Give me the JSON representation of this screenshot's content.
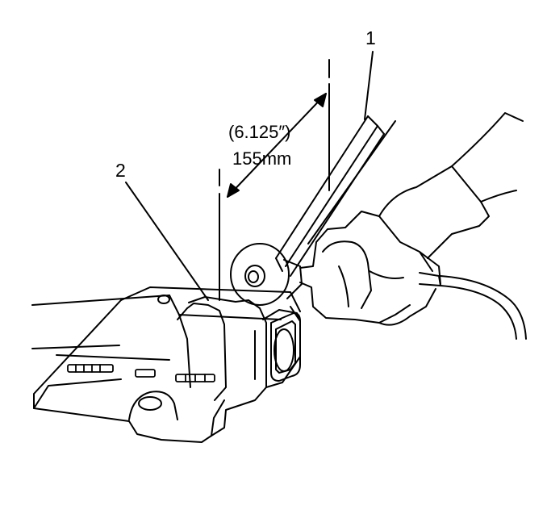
{
  "callouts": {
    "one": "1",
    "two": "2"
  },
  "dimension": {
    "imperial": "(6.125″)",
    "metric": "155mm"
  },
  "colors": {
    "ink": "#000000",
    "paper": "#ffffff"
  }
}
